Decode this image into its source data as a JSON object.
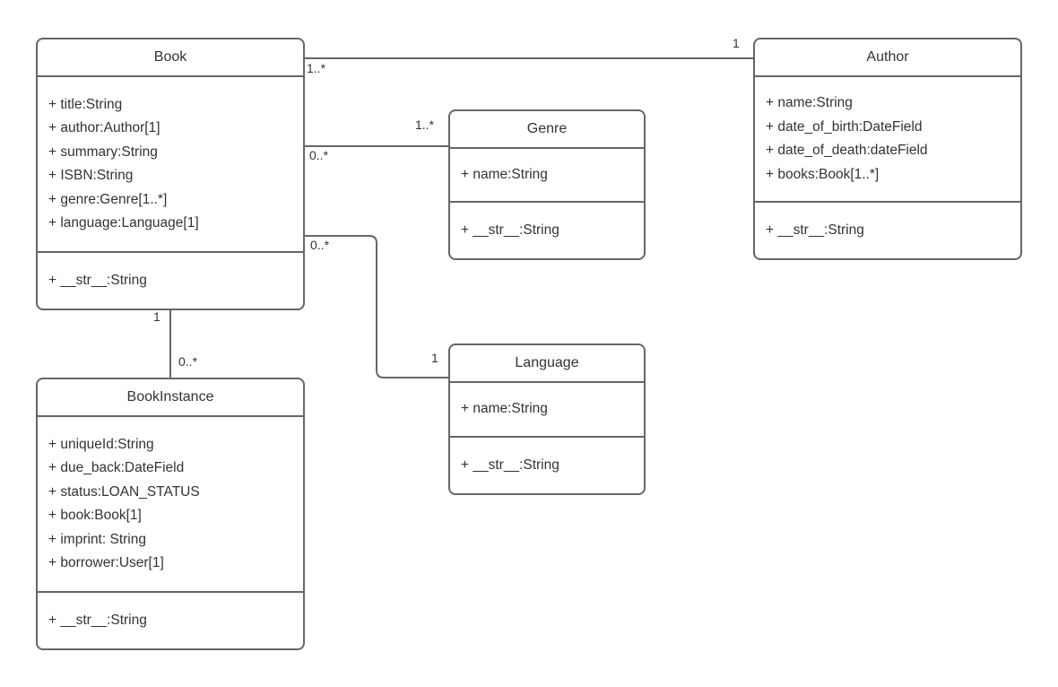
{
  "diagram": {
    "type": "uml-class-diagram",
    "background_color": "#ffffff",
    "stroke_color": "#666666",
    "text_color": "#333333",
    "classes": [
      {
        "name": "Book",
        "attributes": [
          "+ title:String",
          "+ author:Author[1]",
          "+ summary:String",
          "+ ISBN:String",
          "+ genre:Genre[1..*]",
          "+ language:Language[1]"
        ],
        "methods": [
          "+ __str__:String"
        ]
      },
      {
        "name": "Author",
        "attributes": [
          "+ name:String",
          "+ date_of_birth:DateField",
          "+ date_of_death:dateField",
          "+ books:Book[1..*]"
        ],
        "methods": [
          "+ __str__:String"
        ]
      },
      {
        "name": "Genre",
        "attributes": [
          "+ name:String"
        ],
        "methods": [
          "+ __str__:String"
        ]
      },
      {
        "name": "Language",
        "attributes": [
          "+ name:String"
        ],
        "methods": [
          "+ __str__:String"
        ]
      },
      {
        "name": "BookInstance",
        "attributes": [
          "+ uniqueId:String",
          "+ due_back:DateField",
          "+ status:LOAN_STATUS",
          "+ book:Book[1]",
          "+ imprint: String",
          "+ borrower:User[1]"
        ],
        "methods": [
          "+ __str__:String"
        ]
      }
    ],
    "associations": [
      {
        "from": "Book",
        "to": "Author",
        "from_multiplicity": "1..*",
        "to_multiplicity": "1"
      },
      {
        "from": "Book",
        "to": "Genre",
        "from_multiplicity": "0..*",
        "to_multiplicity": "1..*"
      },
      {
        "from": "Book",
        "to": "Language",
        "from_multiplicity": "0..*",
        "to_multiplicity": "1"
      },
      {
        "from": "Book",
        "to": "BookInstance",
        "from_multiplicity": "1",
        "to_multiplicity": "0..*"
      }
    ]
  }
}
